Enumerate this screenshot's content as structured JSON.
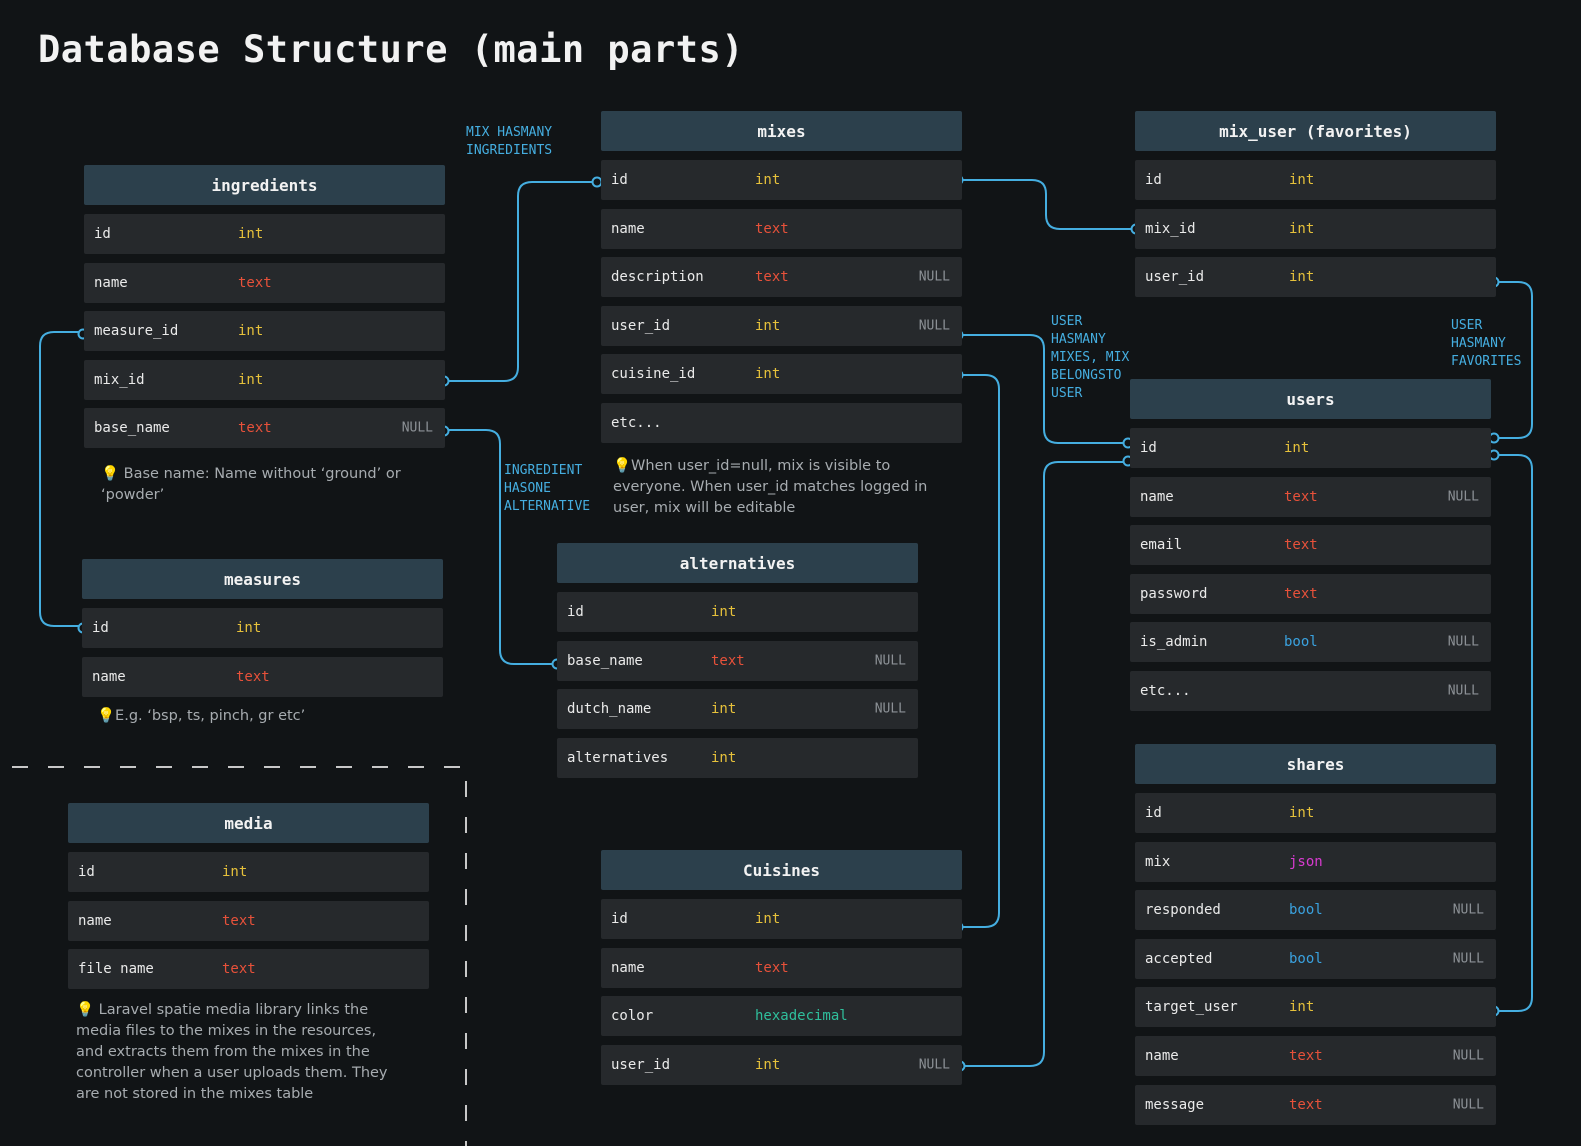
{
  "title": "Database Structure (main parts)",
  "tables": {
    "ingredients": {
      "name": "ingredients",
      "fields": [
        {
          "name": "id",
          "type": "int",
          "null": ""
        },
        {
          "name": "name",
          "type": "text",
          "null": ""
        },
        {
          "name": "measure_id",
          "type": "int",
          "null": ""
        },
        {
          "name": "mix_id",
          "type": "int",
          "null": ""
        },
        {
          "name": "base_name",
          "type": "text",
          "null": "NULL"
        }
      ],
      "note": "💡 Base name: Name without ‘ground’ or ‘powder’"
    },
    "measures": {
      "name": "measures",
      "fields": [
        {
          "name": "id",
          "type": "int",
          "null": ""
        },
        {
          "name": "name",
          "type": "text",
          "null": ""
        }
      ],
      "note": "💡E.g. ‘bsp, ts, pinch, gr etc’"
    },
    "media": {
      "name": "media",
      "fields": [
        {
          "name": "id",
          "type": "int",
          "null": ""
        },
        {
          "name": "name",
          "type": "text",
          "null": ""
        },
        {
          "name": "file name",
          "type": "text",
          "null": ""
        }
      ],
      "note": "💡 Laravel spatie media library links the media files to the mixes in the resources, and extracts them from the mixes in the controller when a user uploads them. They are not stored in the mixes table"
    },
    "mixes": {
      "name": "mixes",
      "fields": [
        {
          "name": "id",
          "type": "int",
          "null": ""
        },
        {
          "name": "name",
          "type": "text",
          "null": ""
        },
        {
          "name": "description",
          "type": "text",
          "null": "NULL"
        },
        {
          "name": "user_id",
          "type": "int",
          "null": "NULL"
        },
        {
          "name": "cuisine_id",
          "type": "int",
          "null": ""
        },
        {
          "name": "etc...",
          "type": "",
          "null": ""
        }
      ],
      "note": "💡When user_id=null, mix is visible to everyone. When user_id matches logged in user, mix will be editable"
    },
    "alternatives": {
      "name": "alternatives",
      "fields": [
        {
          "name": "id",
          "type": "int",
          "null": ""
        },
        {
          "name": "base_name",
          "type": "text",
          "null": "NULL"
        },
        {
          "name": "dutch_name",
          "type": "int",
          "null": "NULL"
        },
        {
          "name": "alternatives",
          "type": "int",
          "null": ""
        }
      ]
    },
    "cuisines": {
      "name": "Cuisines",
      "fields": [
        {
          "name": "id",
          "type": "int",
          "null": ""
        },
        {
          "name": "name",
          "type": "text",
          "null": ""
        },
        {
          "name": "color",
          "type": "hexadecimal",
          "null": ""
        },
        {
          "name": "user_id",
          "type": "int",
          "null": "NULL"
        }
      ]
    },
    "mix_user": {
      "name": "mix_user (favorites)",
      "fields": [
        {
          "name": "id",
          "type": "int",
          "null": ""
        },
        {
          "name": "mix_id",
          "type": "int",
          "null": ""
        },
        {
          "name": "user_id",
          "type": "int",
          "null": ""
        }
      ]
    },
    "users": {
      "name": "users",
      "fields": [
        {
          "name": "id",
          "type": "int",
          "null": ""
        },
        {
          "name": "name",
          "type": "text",
          "null": "NULL"
        },
        {
          "name": "email",
          "type": "text",
          "null": ""
        },
        {
          "name": "password",
          "type": "text",
          "null": ""
        },
        {
          "name": "is_admin",
          "type": "bool",
          "null": "NULL"
        },
        {
          "name": "etc...",
          "type": "",
          "null": "NULL"
        }
      ]
    },
    "shares": {
      "name": "shares",
      "fields": [
        {
          "name": "id",
          "type": "int",
          "null": ""
        },
        {
          "name": "mix",
          "type": "json",
          "null": ""
        },
        {
          "name": "responded",
          "type": "bool",
          "null": "NULL"
        },
        {
          "name": "accepted",
          "type": "bool",
          "null": "NULL"
        },
        {
          "name": "target_user",
          "type": "int",
          "null": ""
        },
        {
          "name": "name",
          "type": "text",
          "null": "NULL"
        },
        {
          "name": "message",
          "type": "text",
          "null": "NULL"
        }
      ]
    }
  },
  "relations": {
    "mix_ingredients": "MIX HASMANY\nINGREDIENTS",
    "ingredient_alternative": "INGREDIENT\nHASONE\nALTERNATIVE",
    "user_mixes": "USER\nHASMANY\nMIXES, MIX\nBELONGSTO\nUSER",
    "user_favorites": "USER\nHASMANY\nFAVORITES"
  },
  "colors": {
    "background": "#111416",
    "header": "#2c404c",
    "row": "#26292c",
    "wire": "#45aee0",
    "int": "#e6c13b",
    "text": "#e7513a",
    "bool": "#3aa2e0",
    "json": "#d83bd0",
    "hexadecimal": "#2fbf9c"
  }
}
